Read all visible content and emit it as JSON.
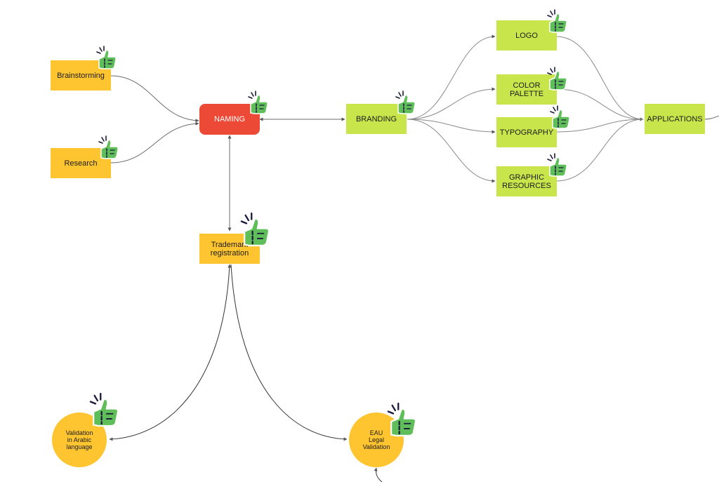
{
  "colors": {
    "yellow": "#ffc530",
    "red": "#ec4a36",
    "lime": "#c8e64c",
    "thumb_green": "#5fbe5a",
    "thumb_dark": "#1a1a3a",
    "connector": "#6b6b6b"
  },
  "icon": "thumbs-up-icon",
  "nodes": {
    "brainstorming": {
      "label": "Brainstorming"
    },
    "research": {
      "label": "Research"
    },
    "naming": {
      "label": "NAMING"
    },
    "branding": {
      "label": "BRANDING"
    },
    "logo": {
      "label": "LOGO"
    },
    "color_palette": {
      "label": "COLOR\nPALETTE"
    },
    "typography": {
      "label": "TYPOGRAPHY"
    },
    "graphic_resources": {
      "label": "GRAPHIC\nRESOURCES"
    },
    "applications": {
      "label": "APPLICATIONS"
    },
    "trademark": {
      "label": "Trademark\nregistration"
    },
    "validation_arabic": {
      "label": "Validation\nin Arabic\nlanguage"
    },
    "eau_legal": {
      "label": "EAU\nLegal\nValidation"
    }
  }
}
